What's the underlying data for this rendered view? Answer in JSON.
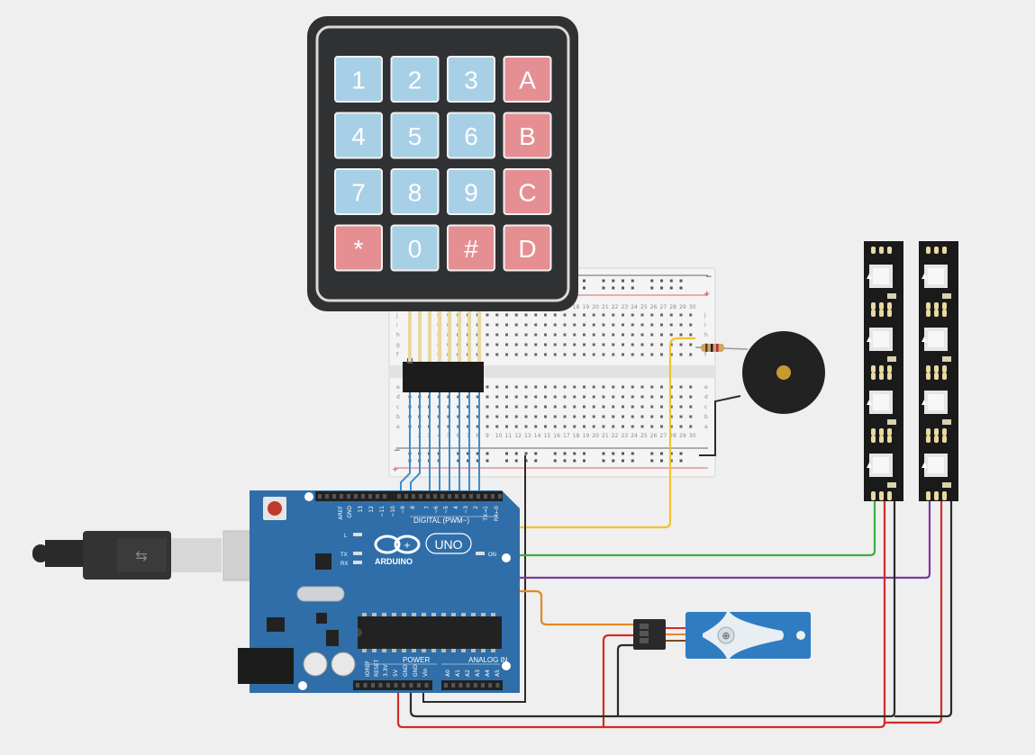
{
  "keypad": {
    "keys": [
      "1",
      "2",
      "3",
      "A",
      "4",
      "5",
      "6",
      "B",
      "7",
      "8",
      "9",
      "C",
      "*",
      "0",
      "#",
      "D"
    ],
    "colors": {
      "body": "#2f3133",
      "blue": "#a7cfe6",
      "red": "#e58f93"
    }
  },
  "arduino": {
    "brand": "ARDUINO",
    "model": "UNO",
    "digital_label": "DIGITAL (PWM~)",
    "power_label": "POWER",
    "analog_label": "ANALOG IN",
    "on_label": "ON",
    "l_label": "L",
    "tx_label": "TX",
    "rx_label": "RX",
    "top_pins": [
      "AREF",
      "GND",
      "13",
      "12",
      "~11",
      "~10",
      "~9",
      "8",
      "7",
      "~6",
      "~5",
      "4",
      "~3",
      "2",
      "TX→1",
      "RX←0"
    ],
    "power_pins": [
      "IOREF",
      "RESET",
      "3.3V",
      "5V",
      "GND",
      "GND",
      "Vin"
    ],
    "analog_pins": [
      "A0",
      "A1",
      "A2",
      "A3",
      "A4",
      "A5"
    ],
    "colors": {
      "board": "#2f6ea8",
      "header": "#222222"
    }
  },
  "breadboard": {
    "row_letters_top": [
      "j",
      "i",
      "h",
      "g",
      "f"
    ],
    "row_letters_bottom": [
      "e",
      "d",
      "c",
      "b",
      "a"
    ],
    "rail_minus": "−",
    "rail_plus": "+",
    "columns": [
      "1",
      "2",
      "3",
      "4",
      "5",
      "6",
      "7",
      "8",
      "9",
      "10",
      "11",
      "12",
      "13",
      "14",
      "15",
      "16",
      "17",
      "18",
      "19",
      "20",
      "21",
      "22",
      "23",
      "24",
      "25",
      "26",
      "27",
      "28",
      "29",
      "30"
    ]
  },
  "wires": {
    "colors": {
      "yellow": "#f2c230",
      "green": "#3db043",
      "purple": "#7a3aa0",
      "orange": "#e58822",
      "red": "#d42a2a",
      "black": "#2b2b2b",
      "blue": "#3b8ed0"
    }
  }
}
